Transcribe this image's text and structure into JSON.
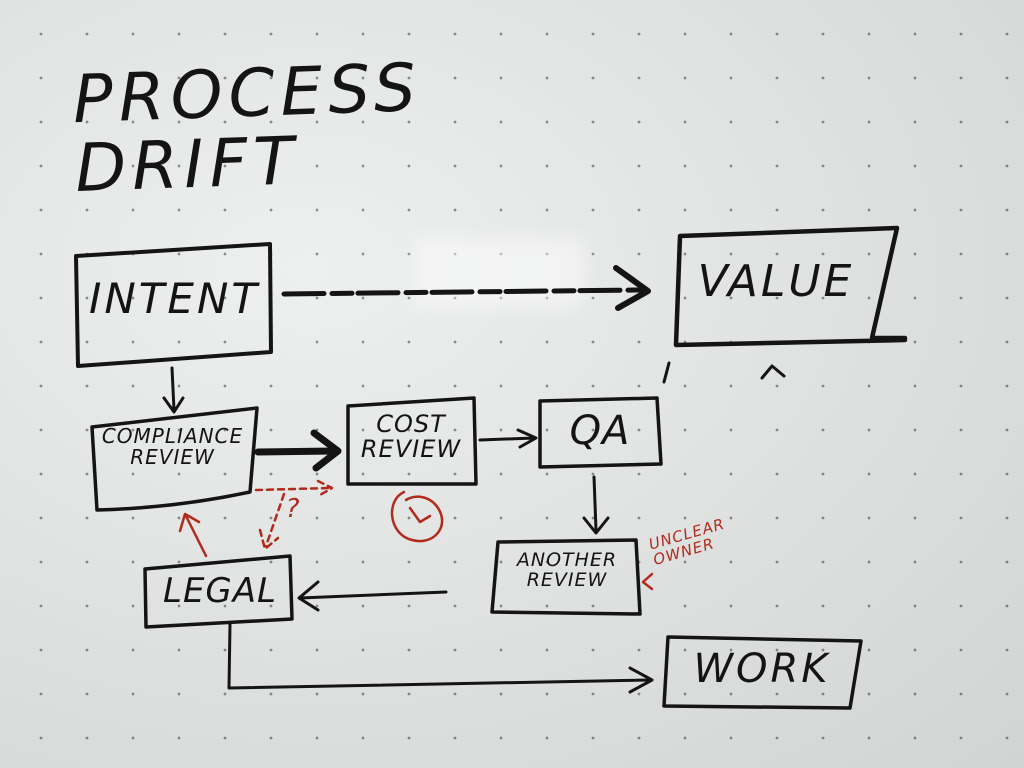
{
  "title": "PROCESS DRIFT",
  "nodes": {
    "intent": "INTENT",
    "value": "VALUE",
    "compliance": "COMPLIANCE\nREVIEW",
    "cost": "COST\nREVIEW",
    "qa": "QA",
    "legal": "LEGAL",
    "another": "ANOTHER\nREVIEW",
    "work": "WORK"
  },
  "annotations": {
    "question": "?",
    "unclear_owner": "UNCLEAR\nOWNER"
  },
  "colors": {
    "ink": "#141414",
    "annotation_red": "#b22a1c",
    "board": "#e3e5e4"
  },
  "icons": {
    "loop": "circular-arrow-icon"
  }
}
